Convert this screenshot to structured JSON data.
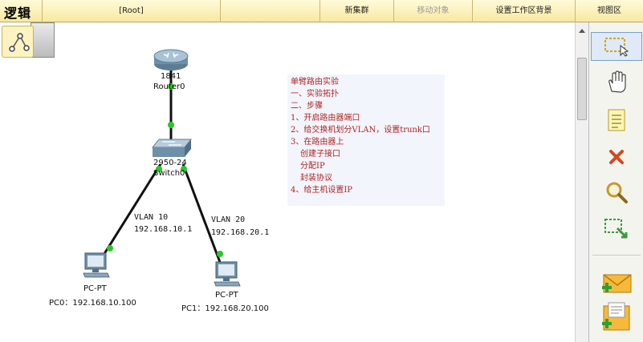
{
  "topbar": {
    "title": "逻辑",
    "root_label": "[Root]",
    "new_cluster": "新集群",
    "move_object": "移动对象",
    "set_background": "设置工作区背景",
    "viewport": "视图区"
  },
  "devices": {
    "router": {
      "model": "1841",
      "name": "Router0"
    },
    "switch": {
      "model": "2950-24",
      "name": "Switch0"
    },
    "pc0": {
      "type": "PC-PT",
      "label": "PC0：192.168.10.100"
    },
    "pc1": {
      "type": "PC-PT",
      "label": "PC1：192.168.20.100"
    }
  },
  "links": {
    "vlan10_name": "VLAN 10",
    "vlan10_ip": "192.168.10.1",
    "vlan20_name": "VLAN 20",
    "vlan20_ip": "192.168.20.1"
  },
  "note": {
    "lines": [
      "单臂路由实验",
      "一、实验拓扑",
      "二、步骤",
      "1、开启路由器端口",
      "2、给交换机划分VLAN，设置trunk口",
      "3、在路由器上",
      "  创建子接口",
      "  分配IP",
      "  封装协议",
      "4、给主机设置IP"
    ]
  },
  "tools": [
    "select-icon",
    "hand-icon",
    "note-icon",
    "delete-icon",
    "zoom-icon",
    "resize-icon",
    "add-simple-pdu-icon",
    "add-complex-pdu-icon"
  ],
  "colors": {
    "topbar": "#f7e9a0",
    "note_text": "#b22222",
    "link_up": "#22cc22"
  }
}
